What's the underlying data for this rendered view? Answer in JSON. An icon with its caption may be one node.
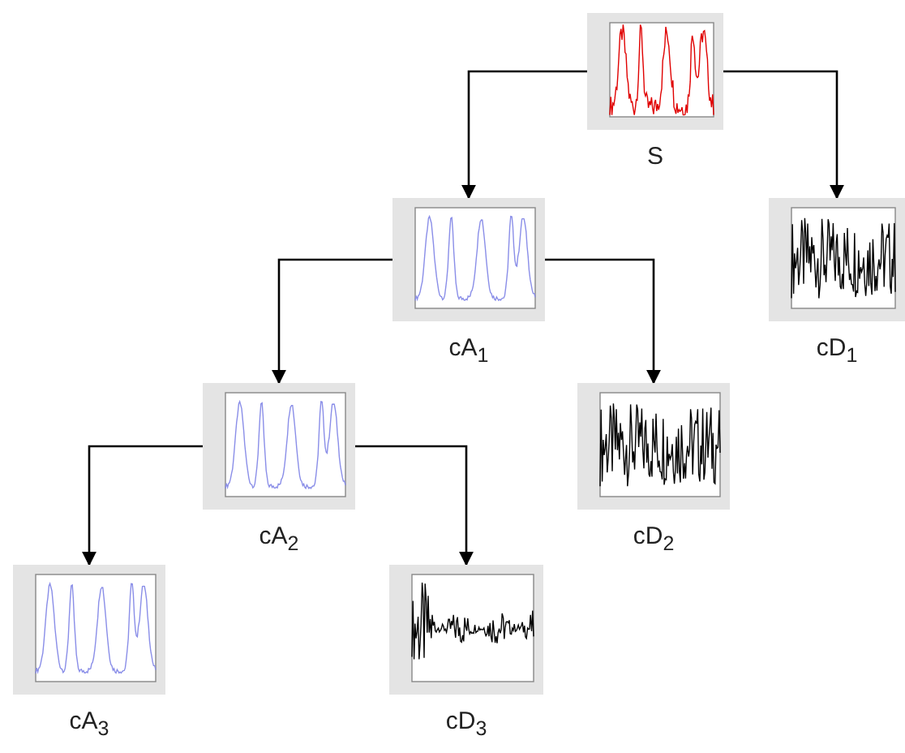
{
  "diagram": {
    "nodes": [
      {
        "text": [
          "S"
        ]
      },
      {
        "text": [
          "cA$_{1}$"
        ]
      },
      {
        "text": [
          "cD$_{1}$"
        ]
      },
      {
        "text": [
          "cA$_{2}$"
        ]
      },
      {
        "text": [
          "cD$_{2}$"
        ]
      },
      {
        "text": [
          "cA$_{3}$"
        ]
      },
      {
        "text": [
          "cD$_{3}$"
        ]
      }
    ],
    "edges": [
      {
        "from": 0,
        "to": 1,
        "arrow": "to"
      },
      {
        "from": 0,
        "to": 2,
        "arrow": "to"
      },
      {
        "from": 1,
        "to": 3,
        "arrow": "to"
      },
      {
        "from": 1,
        "to": 4,
        "arrow": "to"
      },
      {
        "from": 3,
        "to": 5,
        "arrow": "to"
      },
      {
        "from": 3,
        "to": 6,
        "arrow": "to"
      }
    ]
  }
}
